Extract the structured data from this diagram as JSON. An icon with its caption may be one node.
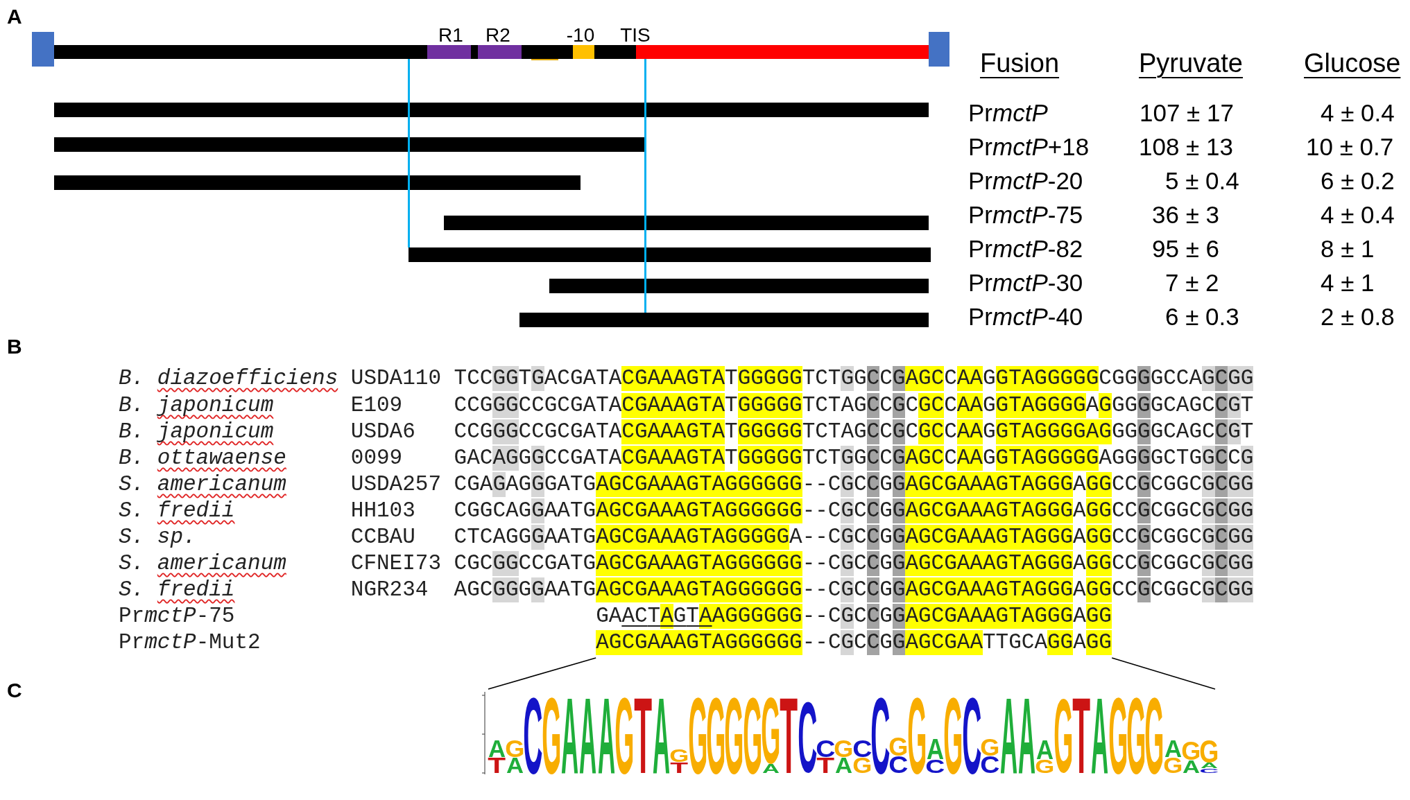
{
  "diagram": {
    "nodes": [
      {
        "text": [],
        "shape": "bar"
      },
      {
        "text": [],
        "shape": "bar"
      },
      {
        "text": [],
        "shape": "bar"
      },
      {
        "text": [],
        "shape": "bar"
      },
      {
        "text": [],
        "shape": "bar"
      },
      {
        "text": [],
        "shape": "bar"
      },
      {
        "text": [],
        "shape": "bar"
      },
      {
        "text": [],
        "shape": "bar"
      },
      {
        "text": [],
        "shape": "bar"
      }
    ],
    "labels": [
      "A",
      "R1",
      "R2",
      "-10",
      "TIS",
      "Fusion",
      "Pyruvate",
      "Glucose",
      "PrmctP",
      "107 ± 17",
      "4 ± 0.4",
      "PrmctP+18",
      "108 ± 13",
      "10 ± 0.7",
      "PrmctP-20",
      "5 ± 0.4",
      "6 ± 0.2",
      "PrmctP-75",
      "36 ± 3",
      "4 ± 0.4",
      "PrmctP-82",
      "95 ± 6",
      "8 ± 1",
      "PrmctP-30",
      "7 ± 2",
      "4 ± 1",
      "PrmctP-40",
      "6 ± 0.3",
      "2 ± 0.8",
      "B",
      "B. diazoefficiens",
      "USDA110",
      "TCCGGTGACGATACGAAAGTATGGGGGTCTGGCCGAGCCAAGGTAGGGGGCGGGGCCAGCGG",
      "B. japonicum",
      "E109",
      "CCGGGCCGCGATACGAAAGTATGGGGGTCTAGCCGCGCCAAGGTAGGGGAGGGGGCAGCCGT",
      "B. japonicum",
      "USDA6",
      "CCGGGCCGCGATACGAAAGTATGGGGGTCTAGCCGCGCCAAGGTAGGGGAGGGGGCAGCCGT",
      "B. ottawaense",
      "0099",
      "GACAGGGCCGATACGAAAGTATGGGGGTCTGGCCGAGCCAAGGTAGGGGGAGGGGCTGGCCG",
      "S. americanum",
      "USDA257",
      "CGAGAGGGATGAGCGAAAGTAGGGGGG--CGCCGGAGCGAAAGTAGGGAGGCCGCGGCGCGG",
      "S. fredii",
      "HH103",
      "CGGCAGGAATGAGCGAAAGTAGGGGGG--CGCCGGAGCGAAAGTAGGGAGGCCGCGGCGCGG",
      "S. sp.",
      "CCBAU",
      "CTCAGGGAATGAGCGAAAGTAGGGGGA--CGCCGGAGCGAAAGTAGGGAGGCCGCGGCGCGG",
      "S. americanum",
      "CFNEI73",
      "CGCGGCCGATGAGCGAAAGTAGGGGGG--CGCCGGAGCGAAAGTAGGGAGGCCGCGGCGCGG",
      "S. fredii",
      "NGR234",
      "AGCGGGGAATGAGCGAAAGTAGGGGGG--CGCCGGAGCGAAAGTAGGGAGGCCGCGGCGCGG",
      "PrmctP-75",
      "GAACTAGTAAGGGGGG--CGCCGGAGCGAAAGTAGGGAGG",
      "PrmctP-Mut2",
      "AGCGAAAGTAGGGGGG--CGCCGGAGCGAATTGCAGGAGG",
      "C",
      "A",
      "T",
      "G",
      "A",
      "C",
      "G",
      "A",
      "A",
      "A",
      "G",
      "T",
      "A",
      "G",
      "T",
      "G",
      "G",
      "G",
      "G",
      "G",
      "A",
      "T",
      "C",
      "C",
      "T",
      "G",
      "A",
      "C",
      "G",
      "C",
      "G",
      "C",
      "G",
      "A",
      "C",
      "G",
      "C",
      "G",
      "C",
      "A",
      "A",
      "A",
      "G",
      "G",
      "T",
      "A",
      "G",
      "G",
      "G",
      "A",
      "G",
      "G",
      "A",
      "G",
      "A",
      "C"
    ]
  }
}
